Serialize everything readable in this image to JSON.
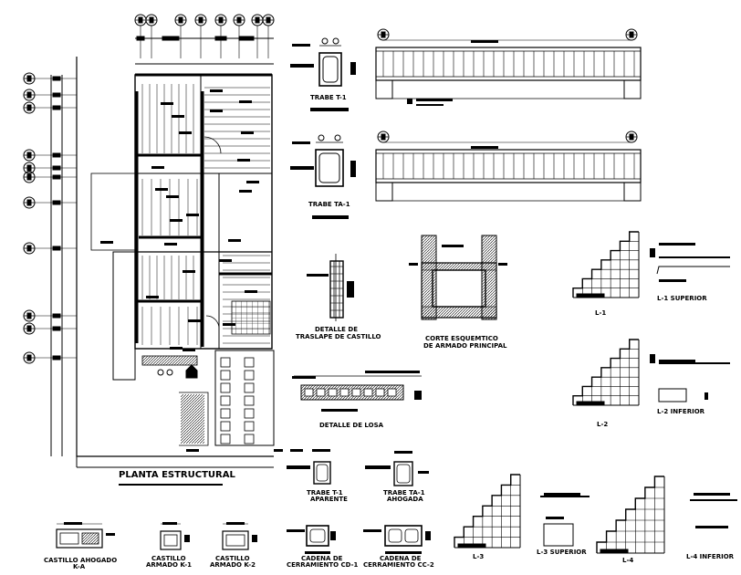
{
  "drawing": {
    "plan_title": "PLANTA ESTRUCTURAL",
    "details": {
      "trabe_t1": "TRABE T-1",
      "trabe_ta1": "TRABE TA-1",
      "traslape_line1": "DETALLE DE",
      "traslape_line2": "TRASLAPE DE CASTILLO",
      "corte_line1": "CORTE ESQUEMTICO",
      "corte_line2": "DE ARMADO PRINCIPAL",
      "losa": "DETALLE DE LOSA",
      "l1": "L-1",
      "l1_sup": "L-1 SUPERIOR",
      "l2": "L-2",
      "l2_inf": "L-2 INFERIOR",
      "l3": "L-3",
      "l3_sup": "L-3 SUPERIOR",
      "l4": "L-4",
      "l4_inf": "L-4 INFERIOR",
      "t1_ap_line1": "TRABE T-1",
      "t1_ap_line2": "APARENTE",
      "ta1_ah_line1": "TRABE TA-1",
      "ta1_ah_line2": "AHOGADA",
      "ka_line1": "CASTILLO AHOGADO",
      "ka_line2": "K-A",
      "k1_line1": "CASTILLO",
      "k1_line2": "ARMADO K-1",
      "k2_line1": "CASTILLO",
      "k2_line2": "ARMADO K-2",
      "cd1_line1": "CADENA DE",
      "cd1_line2": "CERRAMIENTO CD-1",
      "cc2_line1": "CADENA DE",
      "cc2_line2": "CERRAMIENTO CC-2"
    },
    "colors": {
      "ink": "#000000",
      "paper": "#ffffff"
    }
  }
}
